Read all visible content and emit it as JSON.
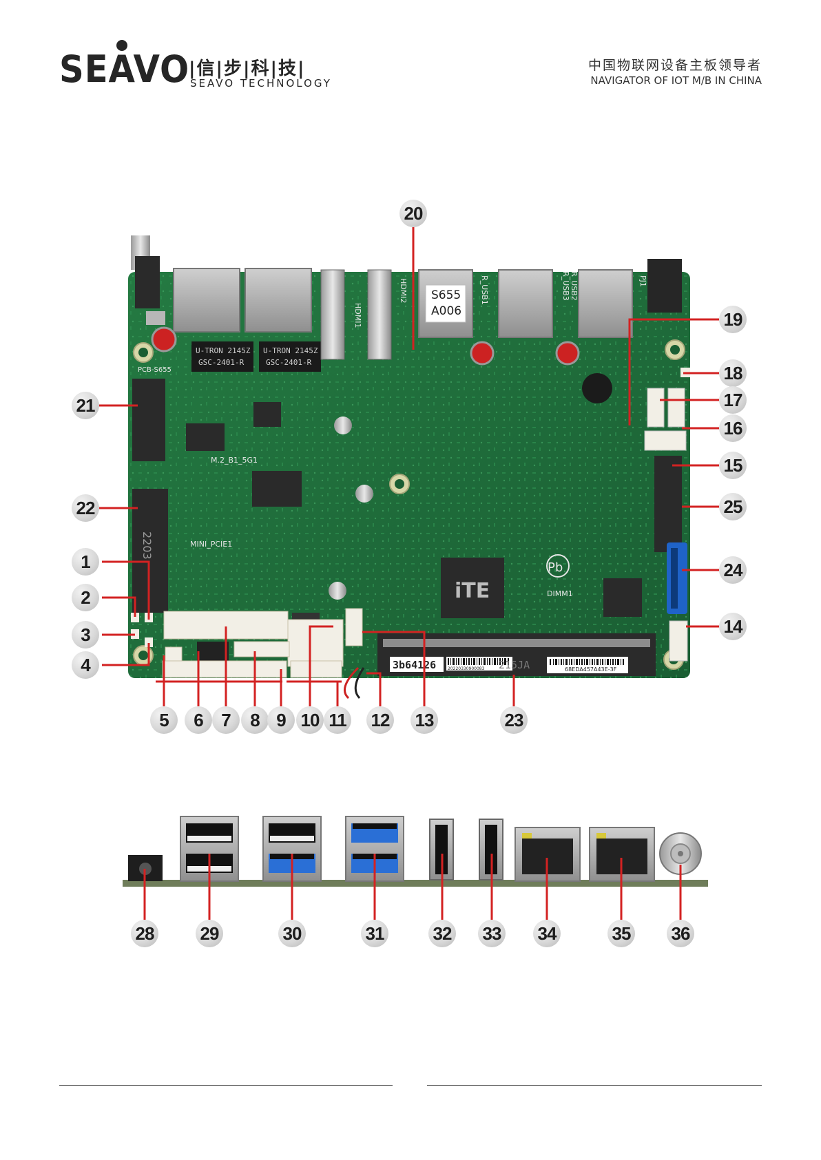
{
  "header": {
    "brand": "SEAVO",
    "brand_cn": "|信|步|科|技|",
    "brand_en": "SEAVO TECHNOLOGY",
    "tagline_cn": "中国物联网设备主板领导者",
    "tagline_en": "NAVIGATOR OF IOT M/B IN CHINA"
  },
  "board_markings": {
    "chip_s655": "S655",
    "chip_a006": "A006",
    "hdmi1": "HDMI1",
    "hdmi2": "HDMI2",
    "r_usb1": "R_USB1",
    "r_usb2": "R_USB2",
    "r_usb3": "R_USB3",
    "pj1": "PJ1",
    "lan1_chip": "U-TRON 2145Z",
    "lan1_chip2": "GSC-2401-R",
    "lan2_chip": "U-TRON 2145Z",
    "lan2_chip2": "GSC-2401-R",
    "pcb": "PCB-S655",
    "m2": "M.2_B1_5G1",
    "minipcie": "MINI_PCIE1",
    "ite": "iTE",
    "pb": "Pb",
    "dimm": "DIMM1",
    "dimm_label1": "3b64126",
    "dimm_label2": "215JA",
    "dimm_label3": "68EDA457A43E-3F",
    "dimm_barcode_text": "20220330900083",
    "minipcie_code": "2203"
  },
  "colors": {
    "pcb": "#1f6b3a",
    "pcb_dark": "#154d29",
    "leader": "#d32222",
    "sata_blue": "#1f63c8",
    "usb3_blue": "#2a6fd6"
  },
  "callouts_top": [
    "20",
    "19",
    "18",
    "17",
    "16",
    "15",
    "25",
    "24",
    "14",
    "21",
    "22",
    "1",
    "2",
    "3",
    "4",
    "5",
    "6",
    "7",
    "8",
    "9",
    "10",
    "11",
    "12",
    "13",
    "23"
  ],
  "callouts_io": [
    "28",
    "29",
    "30",
    "31",
    "32",
    "33",
    "34",
    "35",
    "36"
  ]
}
